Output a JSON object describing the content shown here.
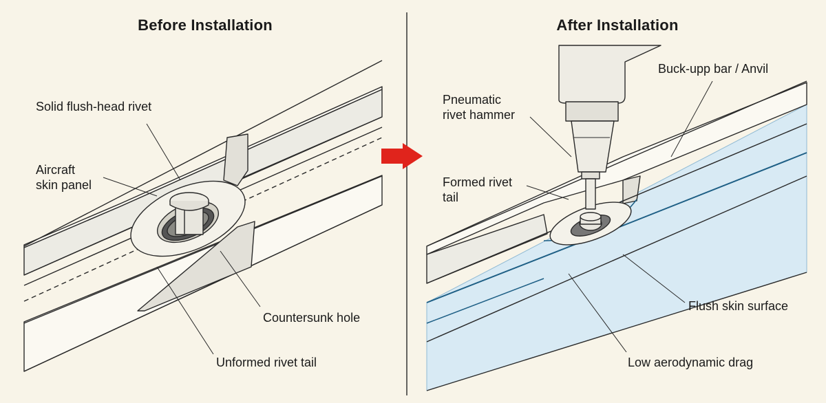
{
  "left_panel": {
    "title": "Before Installation",
    "labels": {
      "rivet": "Solid flush-head rivet",
      "skin": "Aircraft\nskin panel",
      "countersunk": "Countersunk hole",
      "tail": "Unformed rivet tail"
    }
  },
  "right_panel": {
    "title": "After Installation",
    "labels": {
      "hammer": "Pneumatic\nrivet hammer",
      "bucking_bar": "Buck-upp bar / Anvil",
      "formed_tail": "Formed rivet\ntail",
      "flush_surface": "Flush skin surface",
      "drag": "Low aerodynamic drag"
    }
  },
  "colors": {
    "background": "#f8f4e8",
    "line": "#2a2a2a",
    "arrow": "#e0241c",
    "surface_fill": "#d8eaf4",
    "surface_line": "#1e5f85"
  },
  "icons": {
    "transition": "right-arrow-icon"
  }
}
